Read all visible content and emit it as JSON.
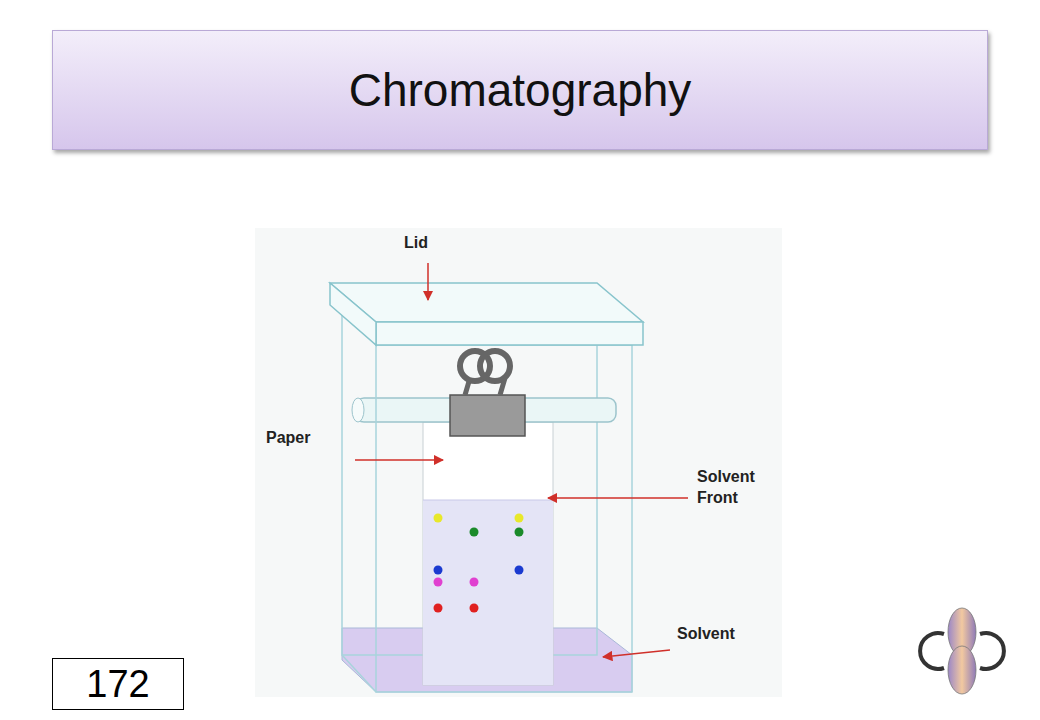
{
  "diagram": {
    "title": "Chromatography",
    "nodes": [
      {
        "text": [
          "172"
        ]
      }
    ],
    "labels": [
      "Lid",
      "Paper",
      "Solvent Front",
      "Solvent"
    ]
  }
}
